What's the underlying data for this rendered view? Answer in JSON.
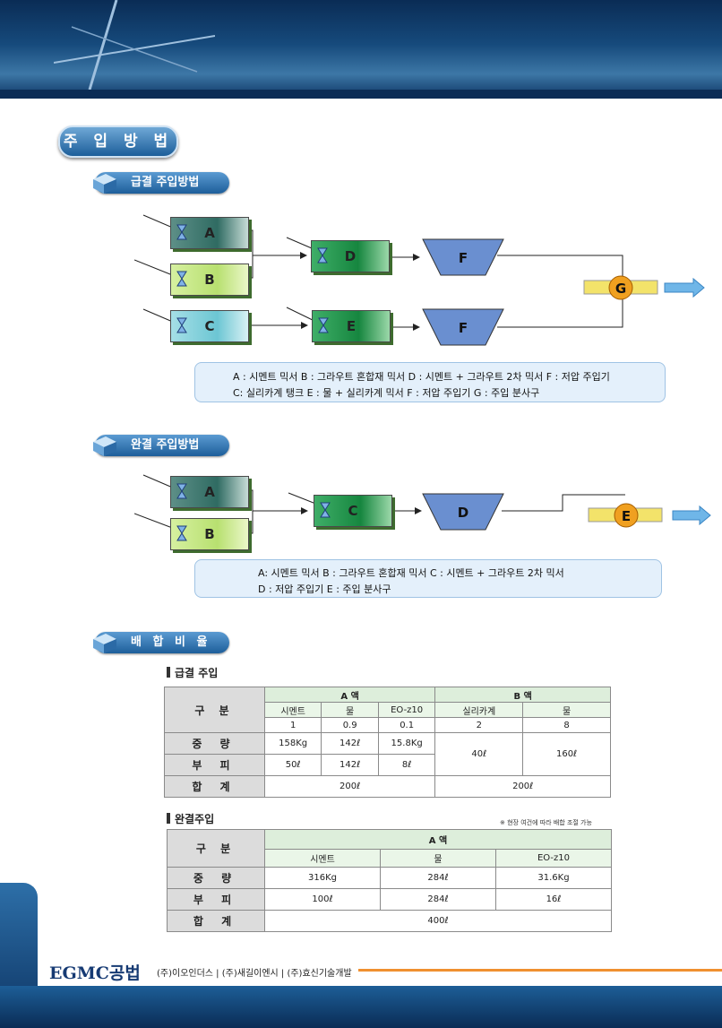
{
  "sections": {
    "main_title": "주 입 방 법",
    "rapid_title": "급결 주입방법",
    "complete_title": "완결 주입방법",
    "mix_title": "배 합 비 율"
  },
  "rapid_diagram": {
    "boxes": {
      "A": "A",
      "B": "B",
      "C": "C",
      "D": "D",
      "E": "E",
      "F1": "F",
      "F2": "F",
      "G": "G"
    },
    "legend": [
      "A : 시멘트 믹서    B : 그라우트 혼합재 믹서    D : 시멘트 + 그라우트 2차 믹서 F : 저압 주입기",
      "C: 실리카계 탱크  E : 물 + 실리카계 믹서      F : 저압 주입기          G : 주입 분사구"
    ]
  },
  "complete_diagram": {
    "boxes": {
      "A": "A",
      "B": "B",
      "C": "C",
      "D": "D",
      "E": "E"
    },
    "legend": [
      "A: 시멘트 믹서          B : 그라우트 혼합재 믹서        C : 시멘트 + 그라우트 2차 믹서",
      "D :  저압 주입기           E : 주입 분사구"
    ]
  },
  "table1": {
    "title": "급결 주입",
    "header_label": "구 분",
    "group_a": "A 액",
    "group_b": "B 액",
    "cols": [
      "시멘트",
      "물",
      "EO-z10",
      "실리카계",
      "물"
    ],
    "ratio": [
      "1",
      "0.9",
      "0.1",
      "2",
      "8"
    ],
    "rows": [
      {
        "label": "중 량",
        "a": [
          "158Kg",
          "142ℓ",
          "15.8Kg"
        ],
        "b": [
          "40ℓ",
          "160ℓ"
        ]
      },
      {
        "label": "부 피",
        "a": [
          "50ℓ",
          "142ℓ",
          "8ℓ"
        ]
      },
      {
        "label": "합 계",
        "a_total": "200ℓ",
        "b_total": "200ℓ"
      }
    ]
  },
  "table2": {
    "title": "완결주입",
    "note": "※ 현장 여건에 따라 배합 조절 가능",
    "header_label": "구 분",
    "group_a": "A 액",
    "cols": [
      "시멘트",
      "물",
      "EO-z10"
    ],
    "rows": [
      {
        "label": "중 량",
        "values": [
          "316Kg",
          "284ℓ",
          "31.6Kg"
        ]
      },
      {
        "label": "부 피",
        "values": [
          "100ℓ",
          "284ℓ",
          "16ℓ"
        ]
      },
      {
        "label": "합 계",
        "total": "400ℓ"
      }
    ]
  },
  "footer": {
    "logo": "EGMC공법",
    "companies": "(주)이오인더스 | (주)새길이엔시 | (주)효신기술개발"
  },
  "colors": {
    "brand": "#163a73",
    "accent": "#f09030",
    "pill": "#1d5e9a"
  }
}
